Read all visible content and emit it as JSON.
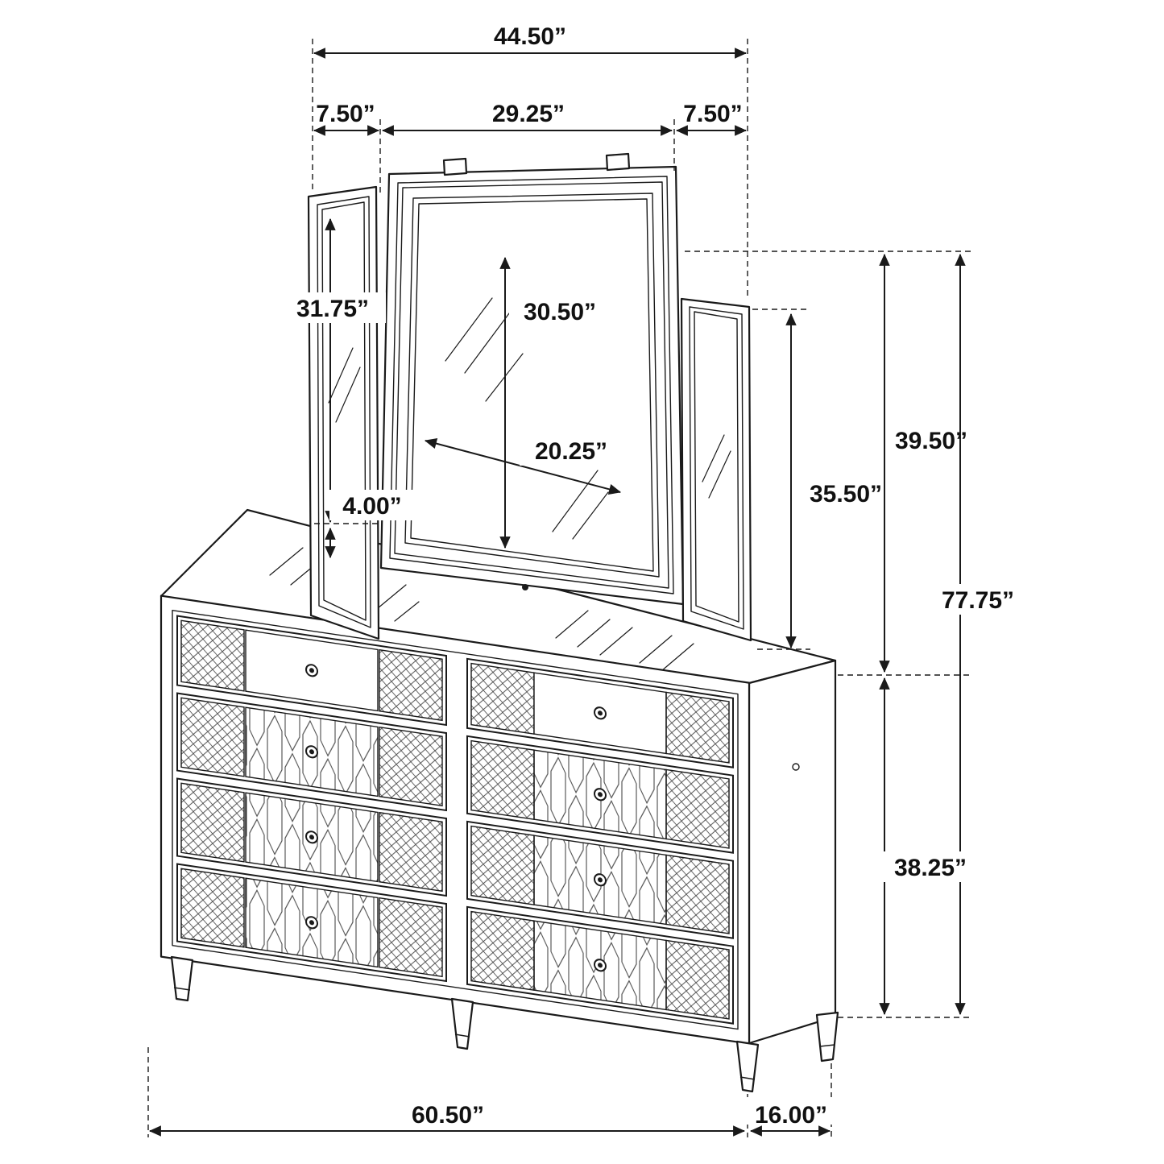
{
  "colors": {
    "line": "#1a1a1a",
    "background": "#ffffff"
  },
  "diagram": {
    "labels": {
      "mirror_overall_width": "44.50”",
      "left_panel_width": "7.50”",
      "center_mirror_width": "29.25”",
      "right_panel_width": "7.50”",
      "left_panel_glass_height": "31.75”",
      "center_glass_height": "30.50”",
      "center_glass_width": "20.25”",
      "left_panel_bottom_offset": "4.00”",
      "right_panel_height": "35.50”",
      "mirror_height": "39.50”",
      "overall_height": "77.75”",
      "dresser_height": "38.25”",
      "dresser_width": "60.50”",
      "dresser_depth": "16.00”"
    }
  }
}
